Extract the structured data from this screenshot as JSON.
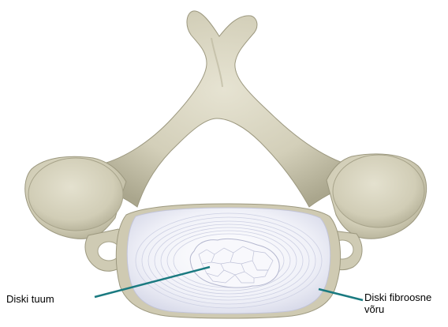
{
  "labels": {
    "nucleus": "Diski tuum",
    "annulus_line1": "Diski fibroosne",
    "annulus_line2": "võru"
  },
  "colors": {
    "bone": "#d3cfb9",
    "bone_shadow": "#a9a58c",
    "bone_highlight": "#e6e3d2",
    "disc": "#eeeff7",
    "disc_rings": "#c9cbe0",
    "nucleus": "#f7f7fb",
    "leader_line": "#1a7a80",
    "text": "#000000"
  }
}
